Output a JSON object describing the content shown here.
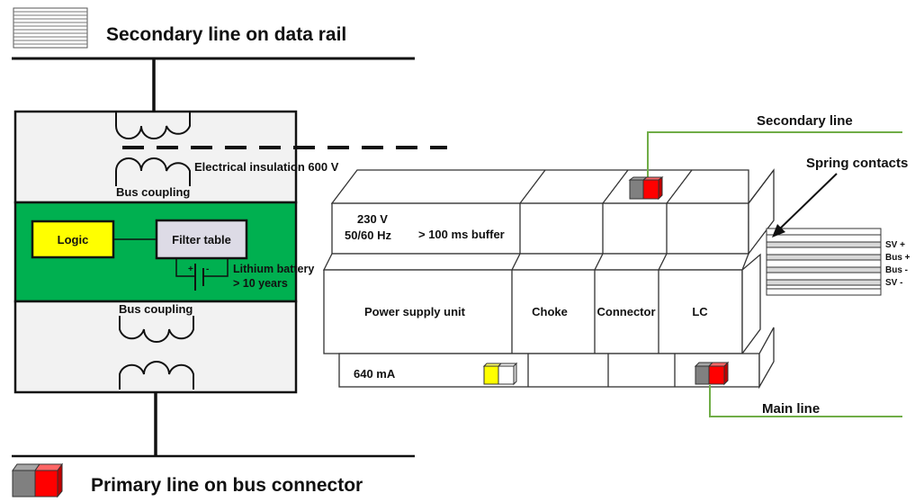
{
  "legend": {
    "secondary": "Secondary line on data rail",
    "primary": "Primary line on bus connector"
  },
  "coupler": {
    "top_label": "Bus coupling",
    "bottom_label": "Bus coupling",
    "insulation": "Electrical insulation 600 V",
    "logic": "Logic",
    "filter_table": "Filter table",
    "battery_plus": "+",
    "battery_minus": "-",
    "battery_line1": "Lithium battery",
    "battery_line2": "> 10 years"
  },
  "rail": {
    "voltage": "230 V",
    "frequency": "50/60 Hz",
    "buffer": "> 100 ms buffer",
    "modules": [
      "Power supply unit",
      "Choke",
      "Connector",
      "LC"
    ],
    "current": "640 mA",
    "secondary_line": "Secondary line",
    "main_line": "Main line",
    "spring_contacts": "Spring contacts",
    "contacts": [
      "SV +",
      "Bus +",
      "Bus -",
      "SV -"
    ]
  },
  "colors": {
    "green_panel": "#00b050",
    "logic": "#ffff00",
    "filter": "#dddbe6",
    "coupler_bg": "#f2f2f2",
    "red": "#ff0000",
    "grey": "#808080",
    "wire_green": "#70ad47"
  }
}
